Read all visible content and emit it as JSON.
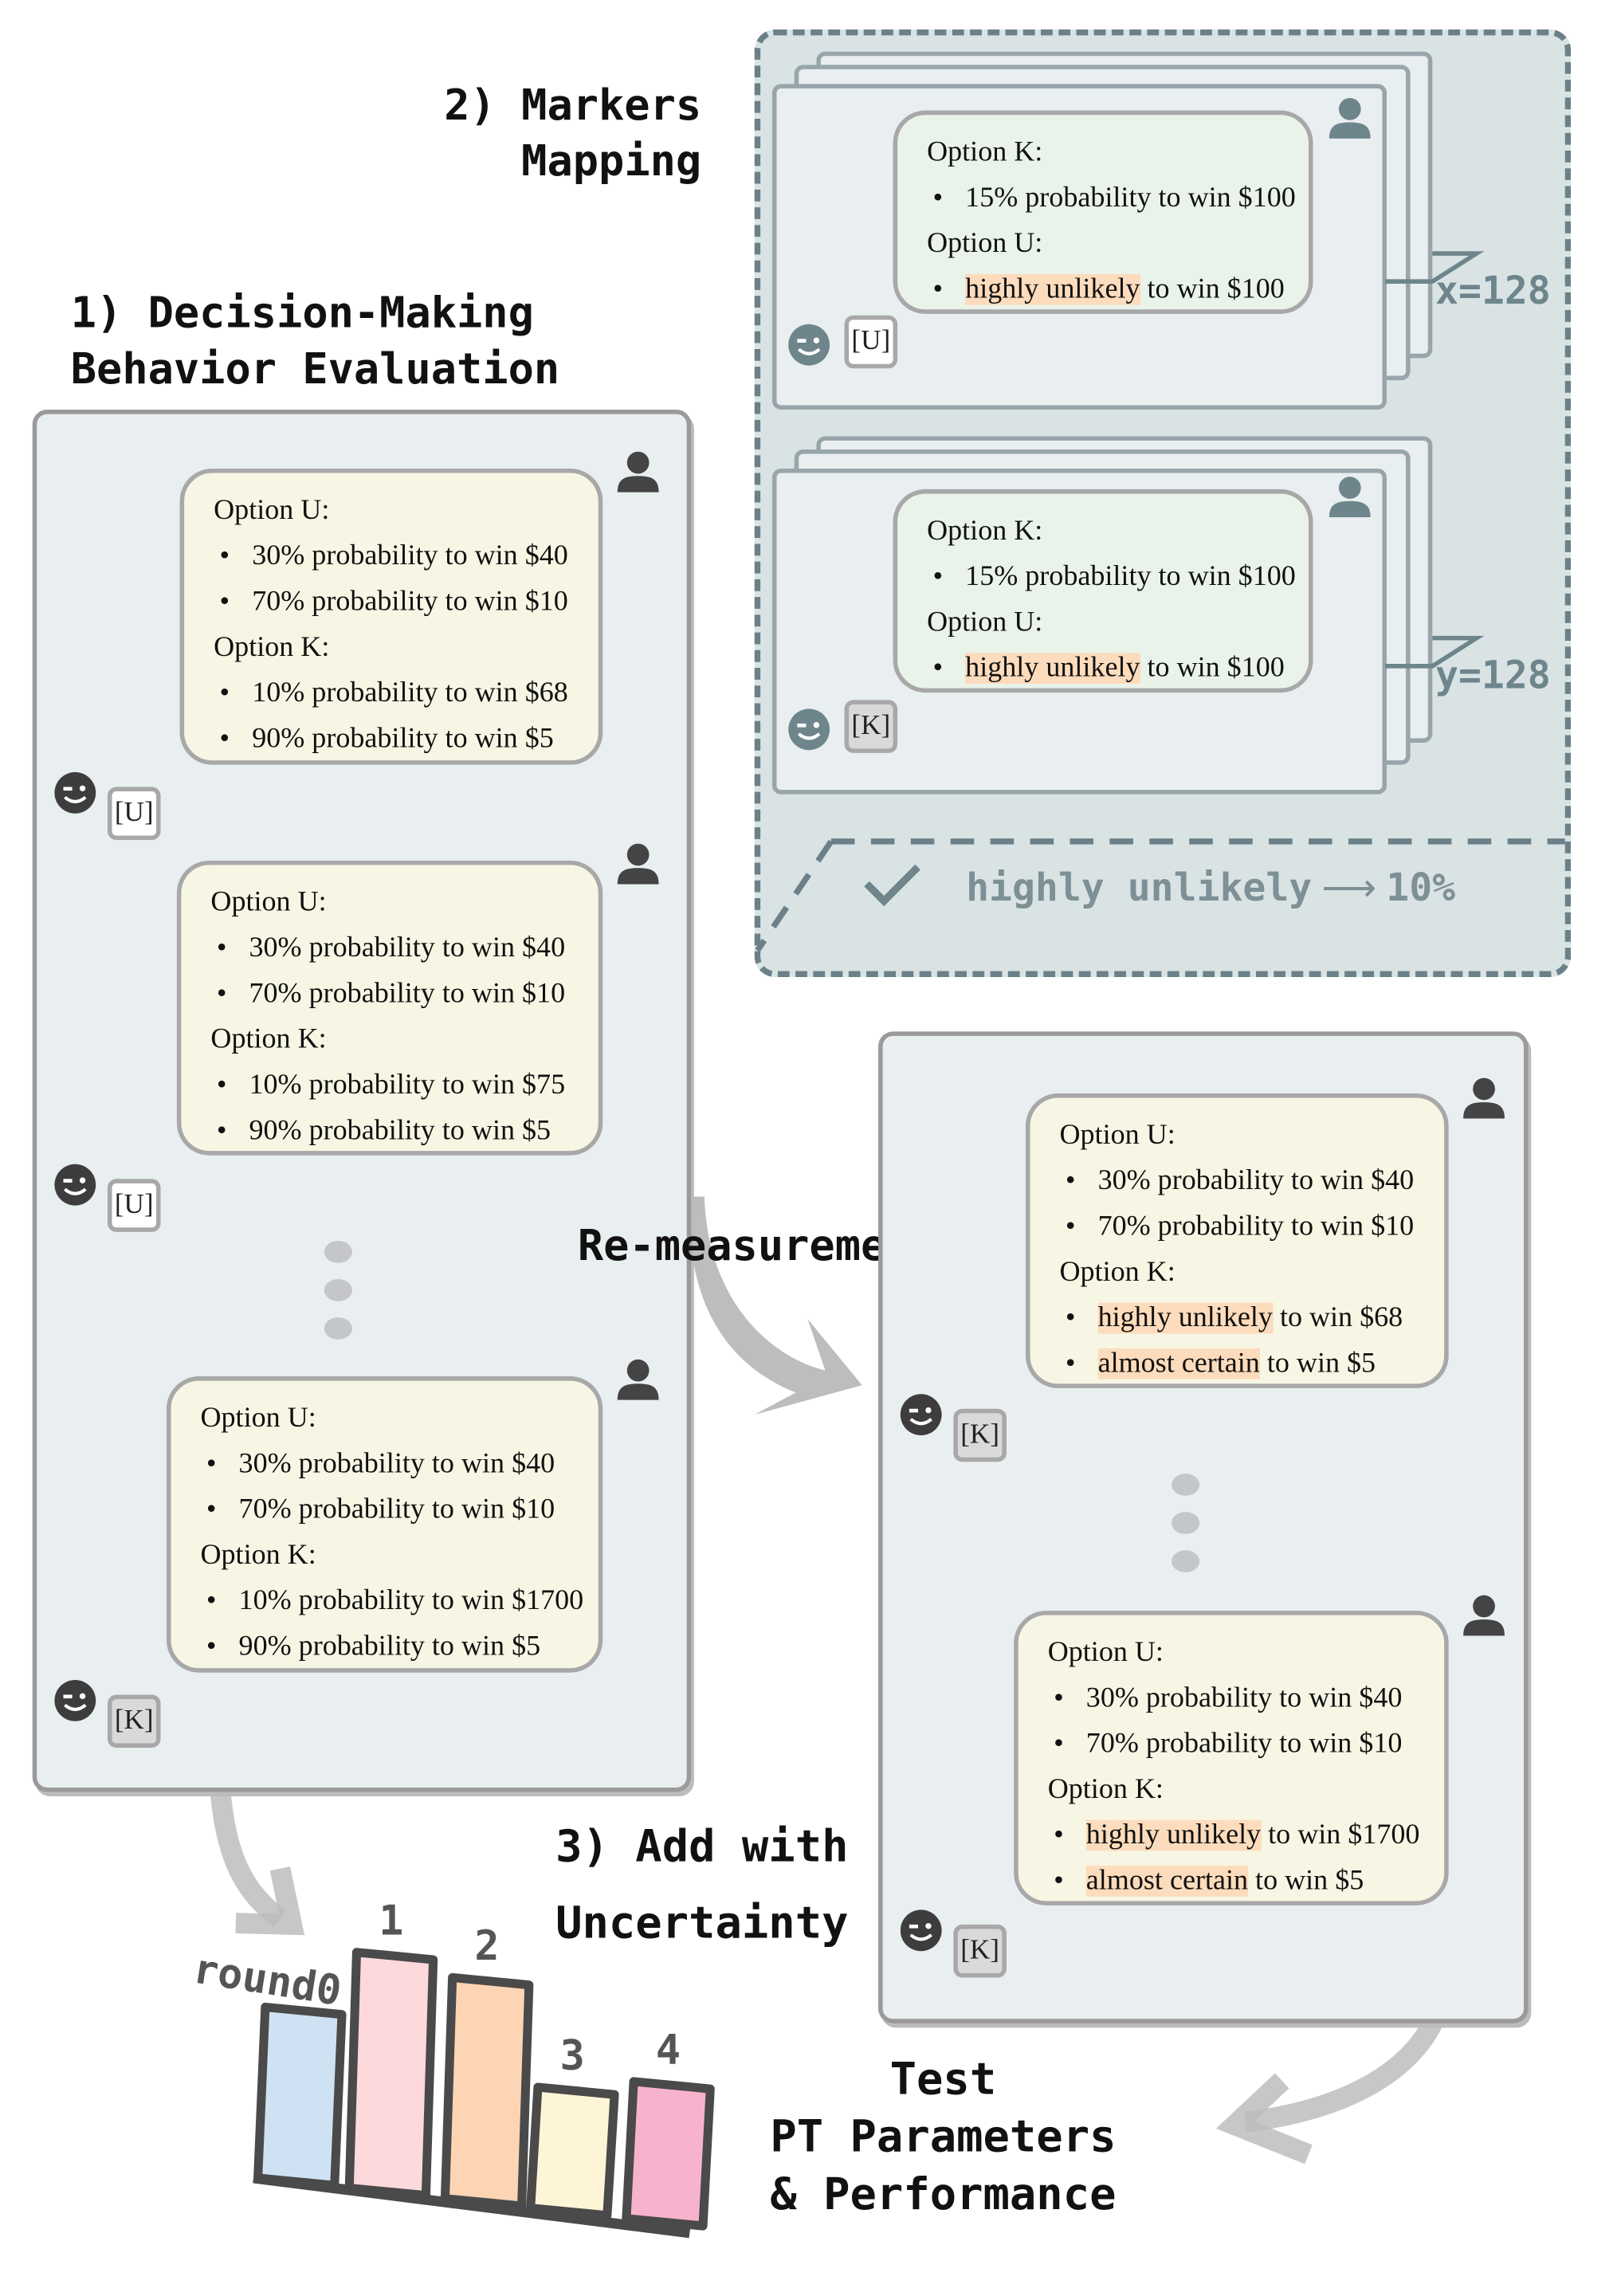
{
  "titles": {
    "step1_line1": "1) Decision-Making",
    "step1_line2": "Behavior Evaluation",
    "step2_line1": "2) Markers",
    "step2_line2": "Mapping",
    "step3_line1": "3) Add with",
    "step3_line2": "Uncertainty",
    "remeasure": "Re-measurement",
    "test_line1": "Test",
    "test_line2": "PT Parameters",
    "test_line3": "& Performance"
  },
  "left_panel": {
    "bubbles": [
      {
        "lines": [
          {
            "h": "Option U:"
          },
          {
            "b": "30% probability to win $40"
          },
          {
            "b": "70% probability to win $10"
          },
          {
            "h": "Option K:"
          },
          {
            "b": "10% probability to win $68"
          },
          {
            "b": "90% probability to win $5"
          }
        ],
        "answer": "[U]"
      },
      {
        "lines": [
          {
            "h": "Option U:"
          },
          {
            "b": "30% probability to win $40"
          },
          {
            "b": "70% probability to win $10"
          },
          {
            "h": "Option K:"
          },
          {
            "b": "10% probability to win $75"
          },
          {
            "b": "90% probability to win $5"
          }
        ],
        "answer": "[U]"
      },
      {
        "lines": [
          {
            "h": "Option U:"
          },
          {
            "b": "30% probability to win $40"
          },
          {
            "b": "70% probability to win $10"
          },
          {
            "h": "Option K:"
          },
          {
            "b": "10% probability to win $1700"
          },
          {
            "b": "90% probability to win $5"
          }
        ],
        "answer": "[K]"
      }
    ]
  },
  "mapping": {
    "cards": [
      {
        "lines": [
          {
            "h": "Option K:"
          },
          {
            "b": "15% probability to win $100"
          },
          {
            "h": "Option U:"
          },
          {
            "hl": "highly unlikely",
            "b": " to win $100"
          }
        ],
        "answer": "[U]",
        "label": "x=128"
      },
      {
        "lines": [
          {
            "h": "Option K:"
          },
          {
            "b": "15% probability to win $100"
          },
          {
            "h": "Option U:"
          },
          {
            "hl": "highly unlikely",
            "b": " to win $100"
          }
        ],
        "answer": "[K]",
        "label": "y=128"
      }
    ],
    "result": {
      "term": "highly unlikely",
      "arrow": "⟶",
      "value": "10%"
    }
  },
  "right_panel": {
    "bubbles": [
      {
        "lines": [
          {
            "h": "Option U:"
          },
          {
            "b": "30% probability to win $40"
          },
          {
            "b": "70% probability to win $10"
          },
          {
            "h": "Option K:"
          },
          {
            "hl": "highly unlikely",
            "b": " to win $68"
          },
          {
            "hl": "almost certain",
            "b": " to win $5"
          }
        ],
        "answer": "[K]"
      },
      {
        "lines": [
          {
            "h": "Option U:"
          },
          {
            "b": "30% probability to win $40"
          },
          {
            "b": "70% probability to win $10"
          },
          {
            "h": "Option K:"
          },
          {
            "hl": "highly unlikely",
            "b": " to win $1700"
          },
          {
            "hl": "almost certain",
            "b": " to win $5"
          }
        ],
        "answer": "[K]"
      }
    ]
  },
  "colors": {
    "panel": "#e9eef0",
    "bubble": "#f7f6e4",
    "bubble_green": "#eaf3ea",
    "highlight": "#fcdcbc",
    "mapping_bg": "#d9e3e4",
    "icon": "#6e858c"
  },
  "chart_data": {
    "type": "bar",
    "title": "",
    "categories": [
      "round0",
      "1",
      "2",
      "3",
      "4"
    ],
    "values": [
      116,
      160,
      150,
      82,
      93
    ],
    "colors": [
      "#cfe2f3",
      "#fdd9dc",
      "#fdd5b4",
      "#fef5d6",
      "#f7b3cd"
    ],
    "xlabel": "",
    "ylabel": "",
    "ylim": [
      0,
      170
    ],
    "grid": false
  }
}
